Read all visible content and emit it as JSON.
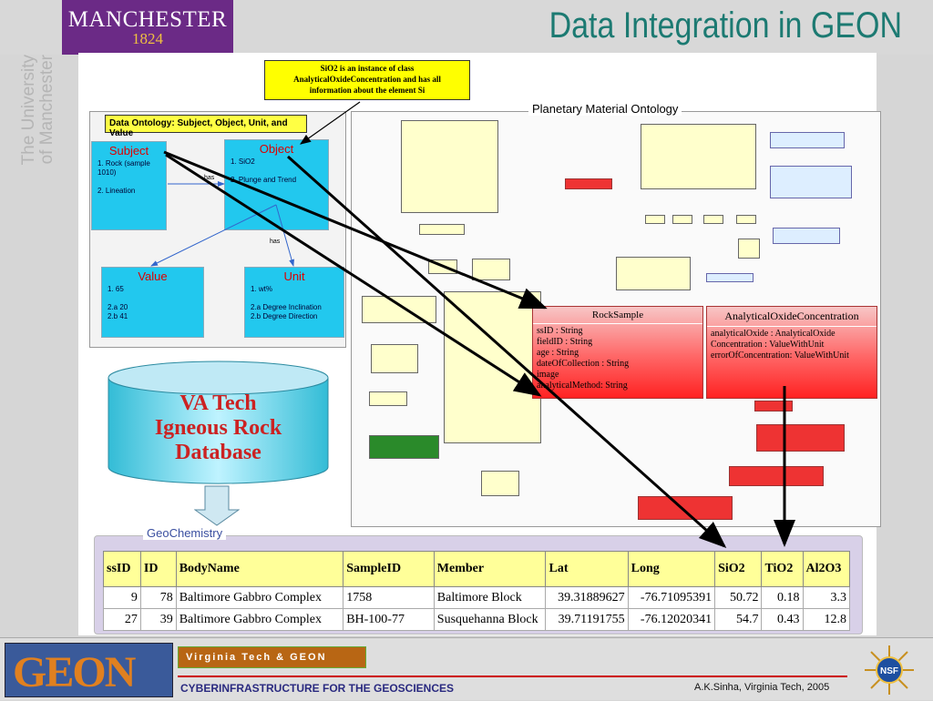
{
  "header": {
    "logo_name": "MANCHESTER",
    "logo_year": "1824",
    "title": "Data Integration in GEON",
    "side_text_1": "The University",
    "side_text_2": "of Manchester"
  },
  "callout": {
    "line1": "SiO2 is an instance of class",
    "line2": "AnalyticalOxideConcentration and has all",
    "line3": "information about the element Si"
  },
  "ontology": {
    "title": "Data Ontology: Subject, Object, Unit, and Value",
    "subject": {
      "title": "Subject",
      "lines": "1. Rock (sample 1010)\n\n2. Lineation"
    },
    "object": {
      "title": "Object",
      "lines": "1. SiO2\n\n2. Plunge and Trend"
    },
    "value": {
      "title": "Value",
      "lines": "1. 65\n\n2.a  20\n2.b  41"
    },
    "unit": {
      "title": "Unit",
      "lines": "1. wt%\n\n2.a  Degree Inclination\n2.b  Degree Direction"
    },
    "edge_has_1": "has",
    "edge_has_2": "has"
  },
  "diagram": {
    "label": "Planetary Material Ontology",
    "rocksample": {
      "title": "RockSample",
      "lines": "ssID : String\nfieldID   : String\nage : String\ndateOfCollection   : String\nimage\nanalyticalMethod: String"
    },
    "aoc": {
      "title": "AnalyticalOxideConcentration",
      "lines": "analyticalOxide : AnalyticalOxide\nConcentration   : ValueWithUnit\nerrorOfConcentration: ValueWithUnit"
    }
  },
  "database": {
    "label": "VA Tech\nIgneous Rock\nDatabase"
  },
  "geochemistry": {
    "label": "GeoChemistry",
    "columns": [
      "ssID",
      "ID",
      "BodyName",
      "SampleID",
      "Member",
      "Lat",
      "Long",
      "SiO2",
      "TiO2",
      "Al2O3"
    ],
    "rows": [
      [
        "9",
        "78",
        "Baltimore Gabbro Complex",
        "1758",
        "Baltimore Block",
        "39.31889627",
        "-76.71095391",
        "50.72",
        "0.18",
        "3.3"
      ],
      [
        "27",
        "39",
        "Baltimore Gabbro Complex",
        "BH-100-77",
        "Susquehanna Block",
        "39.71191755",
        "-76.12020341",
        "54.7",
        "0.43",
        "12.8"
      ]
    ]
  },
  "footer": {
    "geon_logo": "GEON",
    "vt_bar": "Virginia Tech & GEON",
    "left": "CYBERINFRASTRUCTURE FOR THE GEOSCIENCES",
    "right": "A.K.Sinha, Virginia Tech, 2005",
    "nsf_label": "NSF"
  }
}
